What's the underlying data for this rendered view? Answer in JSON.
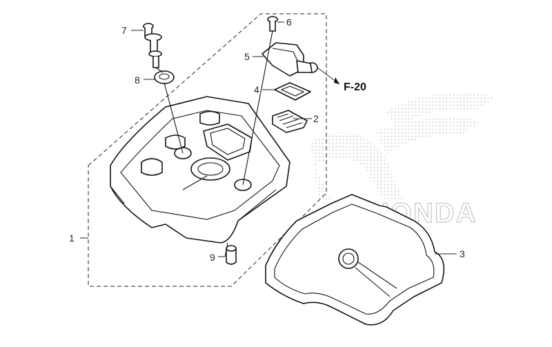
{
  "callouts": [
    {
      "id": "1",
      "label": "1"
    },
    {
      "id": "2",
      "label": "2"
    },
    {
      "id": "3",
      "label": "3"
    },
    {
      "id": "4",
      "label": "4"
    },
    {
      "id": "5",
      "label": "5"
    },
    {
      "id": "6",
      "label": "6"
    },
    {
      "id": "7",
      "label": "7"
    },
    {
      "id": "8",
      "label": "8"
    },
    {
      "id": "9",
      "label": "9"
    }
  ],
  "reference": {
    "label": "F-20"
  },
  "watermark": {
    "label": "HONDA",
    "icon": "honda-wing-logo"
  },
  "colors": {
    "line": "#111111",
    "watermark": "#c8c8c8",
    "background": "#ffffff"
  }
}
